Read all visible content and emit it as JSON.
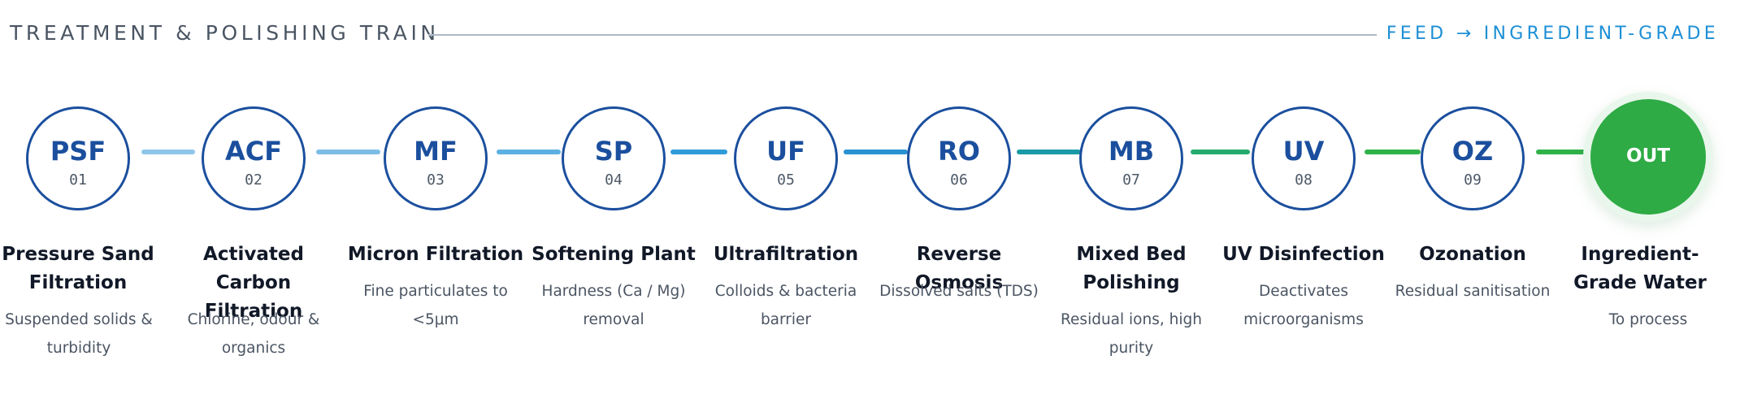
{
  "header": {
    "title": "TREATMENT & POLISHING TRAIN",
    "tag": "FEED → INGREDIENT-GRADE"
  },
  "colors": {
    "node_border": "#1b4f9e",
    "output_green": "#2eab44",
    "connector_light_blue": "#8ec6ea",
    "connector_blue": "#2f9bd9",
    "connector_teal": "#1a9aa6",
    "connector_green": "#2fb24a"
  },
  "stages": [
    {
      "code": "PSF",
      "num": "01",
      "name": "Pressure Sand Filtration",
      "desc": "Suspended solids & turbidity"
    },
    {
      "code": "ACF",
      "num": "02",
      "name": "Activated Carbon Filtration",
      "desc": "Chlorine, odour & organics"
    },
    {
      "code": "MF",
      "num": "03",
      "name": "Micron Filtration",
      "desc": "Fine particulates to <5μm"
    },
    {
      "code": "SP",
      "num": "04",
      "name": "Softening Plant",
      "desc": "Hardness (Ca / Mg) removal"
    },
    {
      "code": "UF",
      "num": "05",
      "name": "Ultrafiltration",
      "desc": "Colloids & bacteria barrier"
    },
    {
      "code": "RO",
      "num": "06",
      "name": "Reverse Osmosis",
      "desc": "Dissolved salts (TDS)"
    },
    {
      "code": "MB",
      "num": "07",
      "name": "Mixed Bed Polishing",
      "desc": "Residual ions, high purity"
    },
    {
      "code": "UV",
      "num": "08",
      "name": "UV Disinfection",
      "desc": "Deactivates microorganisms"
    },
    {
      "code": "OZ",
      "num": "09",
      "name": "Ozonation",
      "desc": "Residual sanitisation"
    }
  ],
  "output": {
    "code": "OUT",
    "name": "Ingredient-Grade Water",
    "desc": "To process"
  }
}
